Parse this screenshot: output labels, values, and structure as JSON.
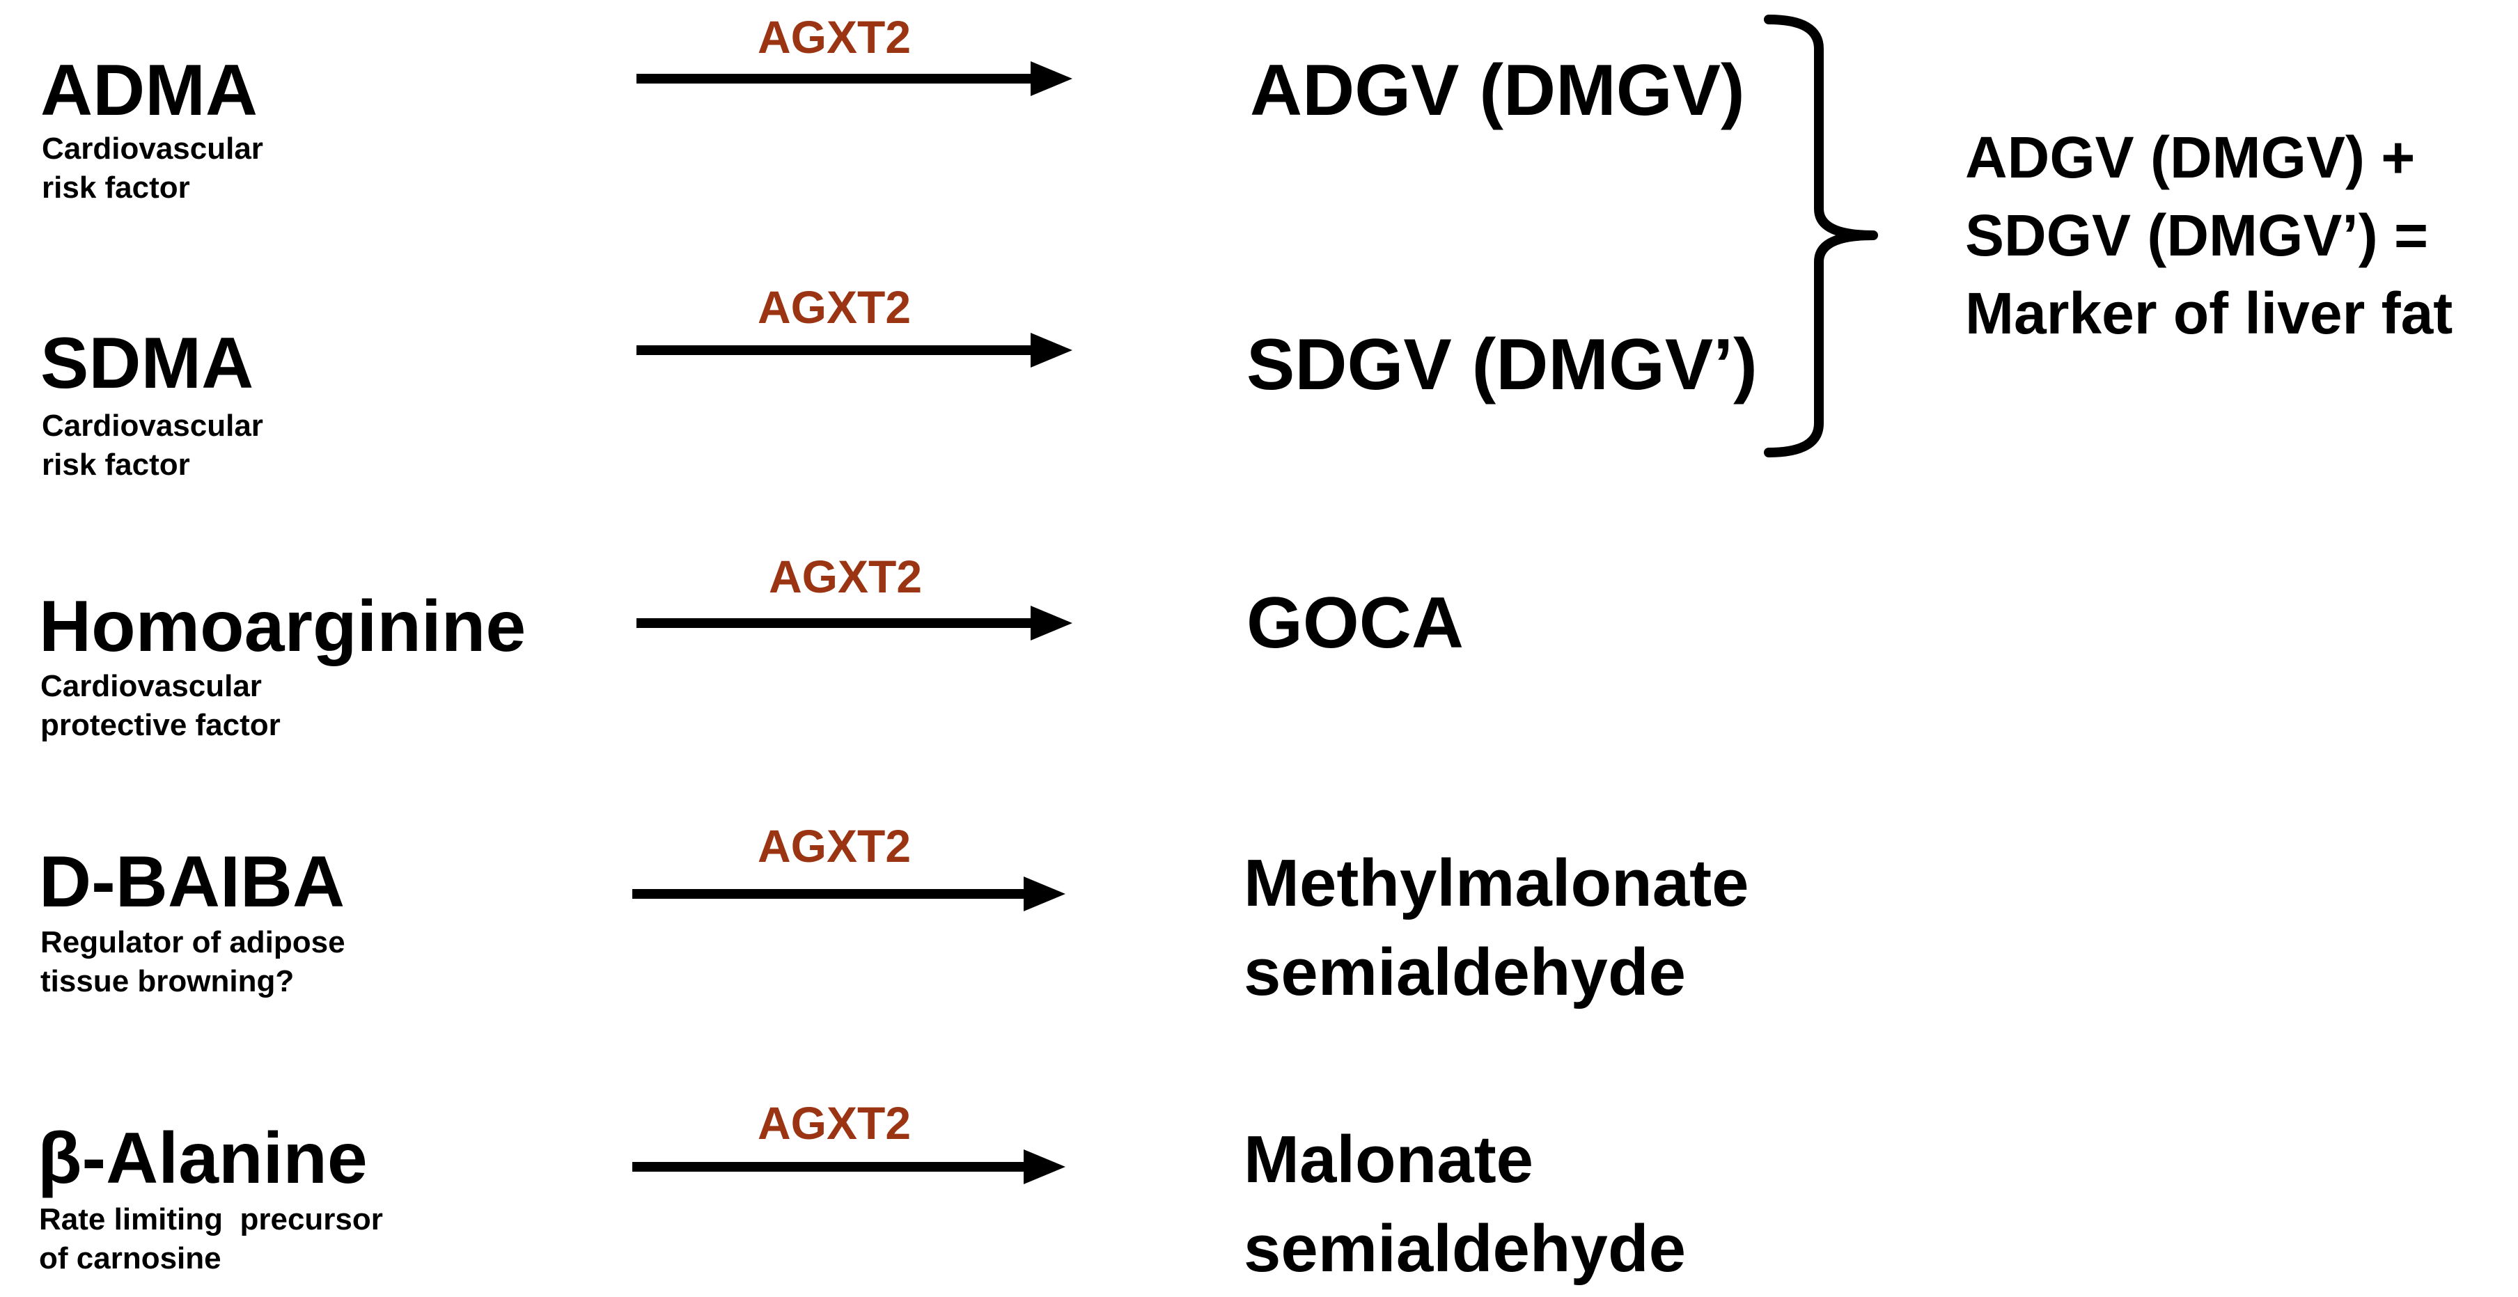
{
  "reactions": [
    {
      "substrate": "ADMA",
      "role": [
        "Cardiovascular",
        "risk factor"
      ],
      "enzyme": "AGXT2",
      "product": [
        "ADGV (DMGV)"
      ]
    },
    {
      "substrate": "SDMA",
      "role": [
        "Cardiovascular",
        "risk factor"
      ],
      "enzyme": "AGXT2",
      "product": [
        "SDGV (DMGV’)"
      ]
    },
    {
      "substrate": "Homoarginine",
      "role": [
        "Cardiovascular",
        "protective factor"
      ],
      "enzyme": "AGXT2",
      "product": [
        "GOCA"
      ]
    },
    {
      "substrate": "D-BAIBA",
      "role": [
        "Regulator of adipose",
        "tissue browning?"
      ],
      "enzyme": "AGXT2",
      "product": [
        "Methylmalonate",
        "semialdehyde"
      ]
    },
    {
      "substrate": "β-Alanine",
      "role": [
        "Rate limiting  precursor",
        "of carnosine"
      ],
      "enzyme": "AGXT2",
      "product": [
        "Malonate",
        "semialdehyde"
      ]
    }
  ],
  "bracket_note": [
    "ADGV (DMGV) +",
    "SDGV (DMGV’) =",
    "Marker of liver fat"
  ],
  "colors": {
    "enzyme": "#9a3412",
    "text": "#000000",
    "background": "#ffffff"
  }
}
